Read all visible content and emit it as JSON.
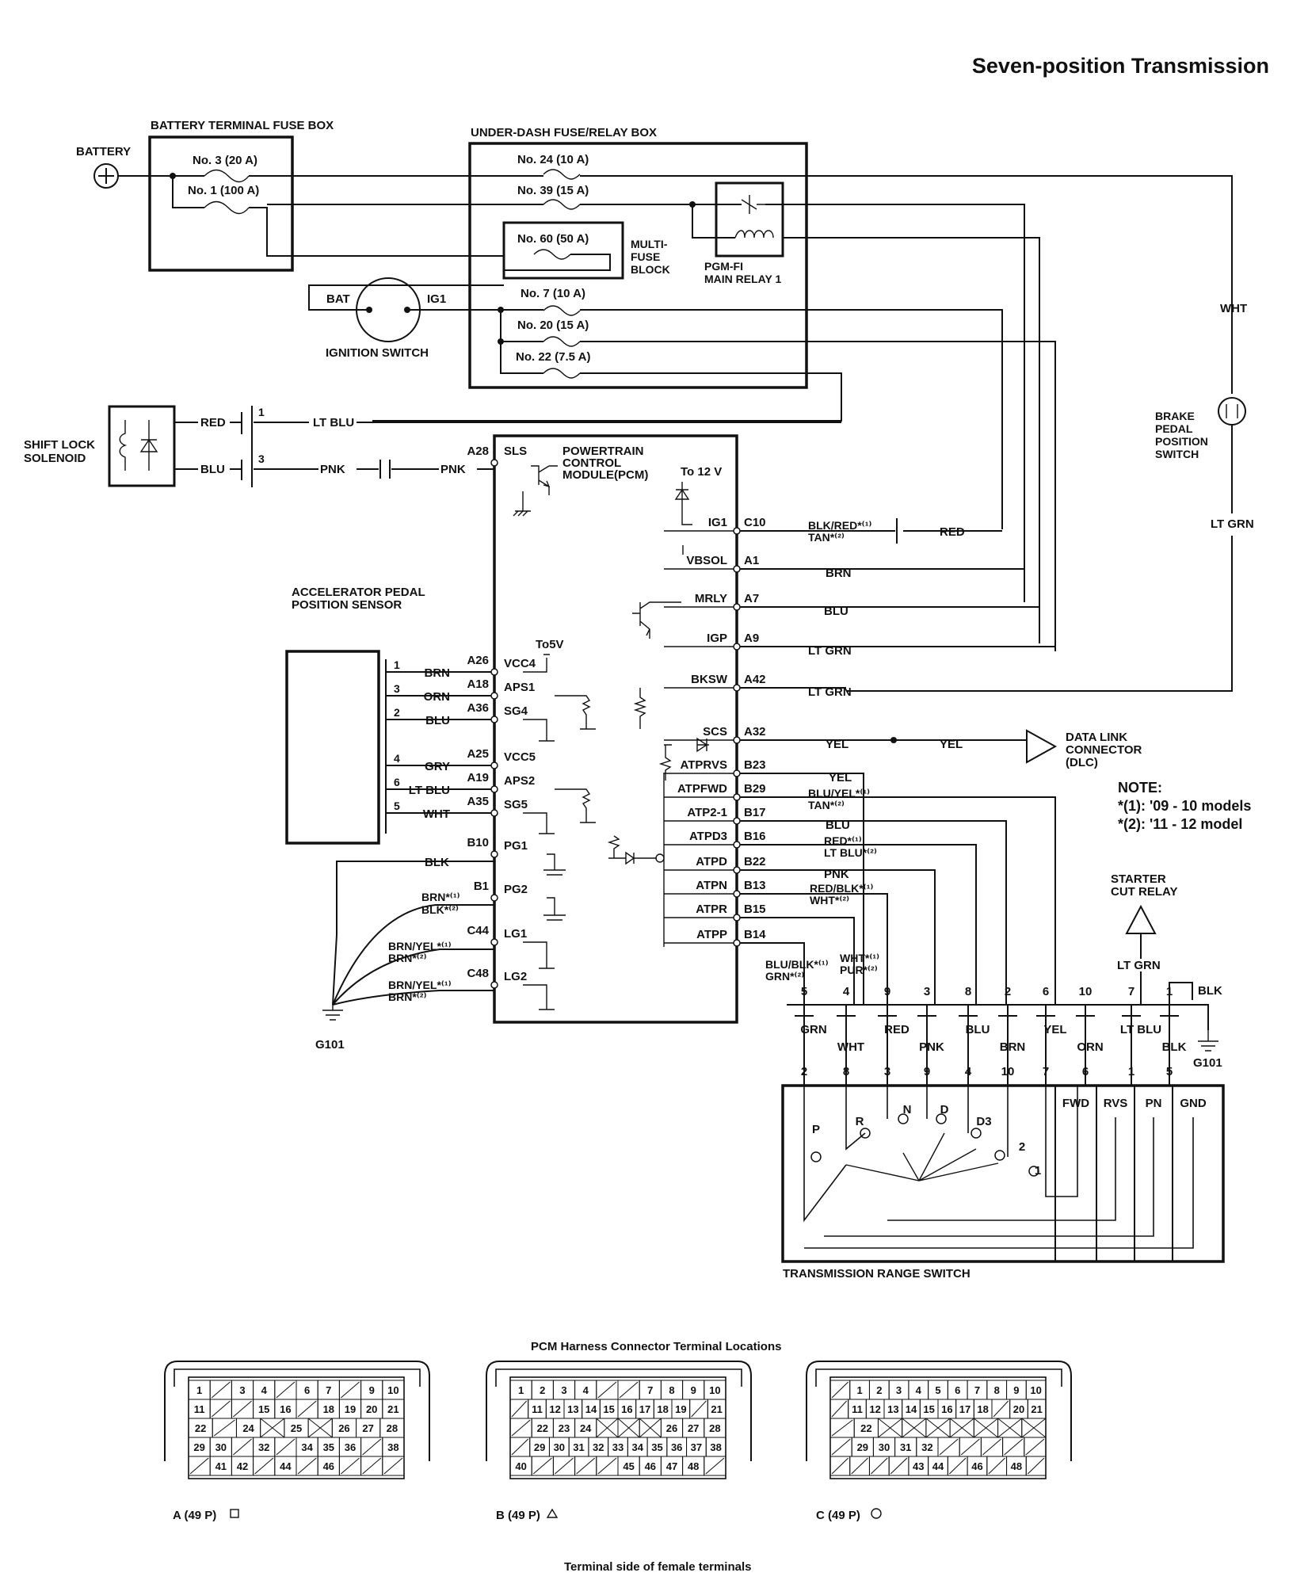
{
  "title": "Seven-position Transmission",
  "battery": {
    "label": "BATTERY"
  },
  "battery_fuse_box": {
    "title": "BATTERY TERMINAL FUSE BOX",
    "fuses": [
      "No. 3 (20 A)",
      "No. 1 (100 A)"
    ]
  },
  "underdash_box": {
    "title": "UNDER-DASH FUSE/RELAY BOX",
    "fuses": [
      "No. 24 (10 A)",
      "No. 39 (15 A)",
      "No. 60 (50 A)",
      "No. 7 (10 A)",
      "No. 20 (15 A)",
      "No. 22 (7.5 A)"
    ],
    "multifuse_label": [
      "MULTI-",
      "FUSE",
      "BLOCK"
    ],
    "relay_label": [
      "PGM-FI",
      "MAIN RELAY 1"
    ]
  },
  "ignition_switch": {
    "label": "IGNITION SWITCH",
    "bat": "BAT",
    "ig1": "IG1"
  },
  "shift_lock": {
    "label": [
      "SHIFT LOCK",
      "SOLENOID"
    ],
    "wires": [
      "RED",
      "BLU"
    ],
    "pins": [
      "1",
      "3"
    ],
    "wire_out": [
      "LT BLU",
      "PNK",
      "PNK"
    ]
  },
  "brake_switch": {
    "label": [
      "BRAKE",
      "PEDAL",
      "POSITION",
      "SWITCH"
    ],
    "wires": [
      "WHT",
      "LT GRN"
    ]
  },
  "pcm": {
    "label": [
      "POWERTRAIN",
      "CONTROL",
      "MODULE(PCM)"
    ],
    "to12v": "To 12 V",
    "to5v": "To5V",
    "left_pins": [
      {
        "pin": "A28",
        "sig": "SLS"
      },
      {
        "pin": "A26",
        "sig": "VCC4"
      },
      {
        "pin": "A18",
        "sig": "APS1"
      },
      {
        "pin": "A36",
        "sig": "SG4"
      },
      {
        "pin": "A25",
        "sig": "VCC5"
      },
      {
        "pin": "A19",
        "sig": "APS2"
      },
      {
        "pin": "A35",
        "sig": "SG5"
      },
      {
        "pin": "B10",
        "sig": "PG1"
      },
      {
        "pin": "B1",
        "sig": "PG2"
      },
      {
        "pin": "C44",
        "sig": "LG1"
      },
      {
        "pin": "C48",
        "sig": "LG2"
      }
    ],
    "right_pins": [
      {
        "pin": "C10",
        "sig": "IG1"
      },
      {
        "pin": "A1",
        "sig": "VBSOL"
      },
      {
        "pin": "A7",
        "sig": "MRLY"
      },
      {
        "pin": "A9",
        "sig": "IGP"
      },
      {
        "pin": "A42",
        "sig": "BKSW"
      },
      {
        "pin": "A32",
        "sig": "SCS"
      },
      {
        "pin": "B23",
        "sig": "ATPRVS"
      },
      {
        "pin": "B29",
        "sig": "ATPFWD"
      },
      {
        "pin": "B17",
        "sig": "ATP2-1"
      },
      {
        "pin": "B16",
        "sig": "ATPD3"
      },
      {
        "pin": "B22",
        "sig": "ATPD"
      },
      {
        "pin": "B13",
        "sig": "ATPN"
      },
      {
        "pin": "B15",
        "sig": "ATPR"
      },
      {
        "pin": "B14",
        "sig": "ATPP"
      }
    ]
  },
  "right_wires": {
    "c10": [
      "BLK/RED*⁽¹⁾",
      "TAN*⁽²⁾",
      "RED"
    ],
    "a1": "BRN",
    "a7": "BLU",
    "a9": "LT GRN",
    "a42": "LT GRN",
    "a32": [
      "YEL",
      "YEL"
    ],
    "b23": "YEL",
    "b29": [
      "BLU/YEL*⁽¹⁾",
      "TAN*⁽²⁾"
    ],
    "b17": "BLU",
    "b16": [
      "RED*⁽¹⁾",
      "LT BLU*⁽²⁾"
    ],
    "b22": "PNK",
    "b13": [
      "RED/BLK*⁽¹⁾",
      "WHT*⁽²⁾"
    ],
    "b14": [
      "BLU/BLK*⁽¹⁾",
      "GRN*⁽²⁾"
    ],
    "b15": [
      "WHT*⁽¹⁾",
      "PUR*⁽²⁾"
    ]
  },
  "dlc": {
    "label": [
      "DATA LINK",
      "CONNECTOR",
      "(DLC)"
    ]
  },
  "note": {
    "title": "NOTE:",
    "lines": [
      "*(1): '09 - 10 models",
      "*(2): '11 - 12 model"
    ]
  },
  "starter_relay": {
    "label": [
      "STARTER",
      "CUT RELAY"
    ],
    "wire": "LT GRN"
  },
  "app_sensor": {
    "label": [
      "ACCELERATOR PEDAL",
      "POSITION SENSOR"
    ],
    "pins": [
      "1",
      "3",
      "2",
      "4",
      "6",
      "5"
    ],
    "wires": [
      "BRN",
      "ORN",
      "BLU",
      "GRY",
      "LT BLU",
      "WHT"
    ]
  },
  "ground_wires": {
    "b10": "BLK",
    "b1": [
      "BRN*⁽¹⁾",
      "BLK*⁽²⁾"
    ],
    "c44": [
      "BRN/YEL*⁽¹⁾",
      "BRN*⁽²⁾"
    ],
    "c48": [
      "BRN/YEL*⁽¹⁾",
      "BRN*⁽²⁾"
    ],
    "ground": "G101"
  },
  "connector_row": {
    "top_pins": [
      "5",
      "4",
      "9",
      "3",
      "8",
      "2",
      "6",
      "10",
      "7",
      "1"
    ],
    "wires": [
      "GRN",
      "WHT",
      "RED",
      "PNK",
      "BLU",
      "BRN",
      "YEL",
      "ORN",
      "LT BLU",
      "BLK"
    ],
    "bottom_pins": [
      "2",
      "8",
      "3",
      "9",
      "4",
      "10",
      "7",
      "6",
      "1",
      "5"
    ],
    "blk": "BLK",
    "ground": "G101"
  },
  "range_switch": {
    "label": "TRANSMISSION RANGE SWITCH",
    "terminals": [
      "FWD",
      "RVS",
      "PN",
      "GND"
    ],
    "positions": [
      "P",
      "R",
      "N",
      "D",
      "D3",
      "2",
      "1"
    ]
  },
  "connectors": {
    "title": "PCM Harness Connector Terminal Locations",
    "subtitle": "Terminal side of female terminals",
    "labels": [
      "A (49 P)",
      "B (49 P)",
      "C (49 P)"
    ],
    "a_rows": [
      [
        "1",
        "/",
        "3",
        "4",
        "/",
        "6",
        "7",
        "/",
        "9",
        "10"
      ],
      [
        "11",
        "/",
        "/",
        "15",
        "16",
        "/",
        "18",
        "19",
        "20",
        "21"
      ],
      [
        "22",
        "/",
        "24",
        "X",
        "25",
        "X",
        "26",
        "27",
        "28"
      ],
      [
        "29",
        "30",
        "/",
        "32",
        "/",
        "34",
        "35",
        "36",
        "/",
        "38"
      ],
      [
        "/",
        "41",
        "42",
        "/",
        "44",
        "/",
        "46",
        "/",
        "/",
        "/"
      ]
    ],
    "b_rows": [
      [
        "1",
        "2",
        "3",
        "4",
        "/",
        "/",
        "7",
        "8",
        "9",
        "10"
      ],
      [
        "/",
        "11",
        "12",
        "13",
        "14",
        "15",
        "16",
        "17",
        "18",
        "19",
        "/",
        "21"
      ],
      [
        "/",
        "22",
        "23",
        "24",
        "X",
        "X",
        "X",
        "26",
        "27",
        "28"
      ],
      [
        "/",
        "29",
        "30",
        "31",
        "32",
        "33",
        "34",
        "35",
        "36",
        "37",
        "38"
      ],
      [
        "40",
        "/",
        "/",
        "/",
        "/",
        "45",
        "46",
        "47",
        "48",
        "/"
      ]
    ],
    "c_rows": [
      [
        "/",
        "1",
        "2",
        "3",
        "4",
        "5",
        "6",
        "7",
        "8",
        "9",
        "10"
      ],
      [
        "/",
        "11",
        "12",
        "13",
        "14",
        "15",
        "16",
        "17",
        "18",
        "/",
        "20",
        "21"
      ],
      [
        "/",
        "22",
        "X",
        "X",
        "X",
        "X",
        "X",
        "X",
        "X"
      ],
      [
        "/",
        "29",
        "30",
        "31",
        "32",
        "/",
        "/",
        "/",
        "/",
        "/"
      ],
      [
        "/",
        "/",
        "/",
        "/",
        "43",
        "44",
        "/",
        "46",
        "/",
        "48",
        "/"
      ]
    ]
  }
}
